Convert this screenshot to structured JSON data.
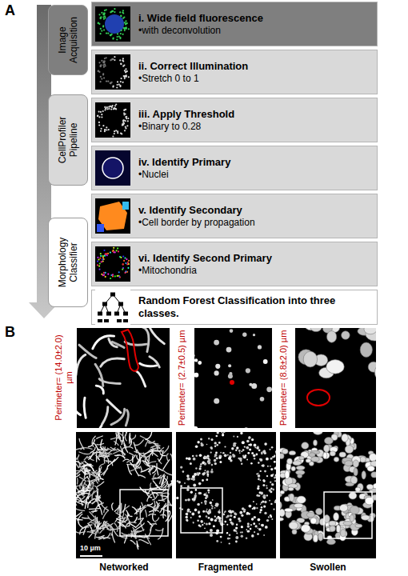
{
  "diagram": {
    "nodes": [
      {
        "text": [
          "Image Acquisition"
        ]
      },
      {
        "text": [
          "i. Wide field fluorescence",
          "•with deconvolution"
        ]
      },
      {
        "text": [
          "ii. Correct Illumination",
          "•Stretch 0 to 1"
        ]
      },
      {
        "text": [
          "CellProfiler Pipeline"
        ]
      },
      {
        "text": [
          "iii. Apply Threshold",
          "•Binary to 0.28"
        ]
      },
      {
        "text": [
          "iv. Identify Primary",
          "•Nuclei"
        ]
      },
      {
        "text": [
          "v. Identify Secondary",
          "•Cell border by propagation"
        ]
      },
      {
        "text": [
          "Morphology Classifier"
        ]
      },
      {
        "text": [
          "vi. Identify Second Primary",
          "•Mitochondria"
        ]
      },
      {
        "text": [
          "Random Forest Classification into three classes."
        ]
      }
    ],
    "labels": [
      "A",
      "B",
      "Perimeter= (14.0±2.0) µm",
      "Perimeter= (2.7±0.5) µm",
      "Perimeter= (8.8±2.0) µm",
      "10 µm",
      "Networked",
      "Fragmented",
      "Swollen"
    ]
  }
}
